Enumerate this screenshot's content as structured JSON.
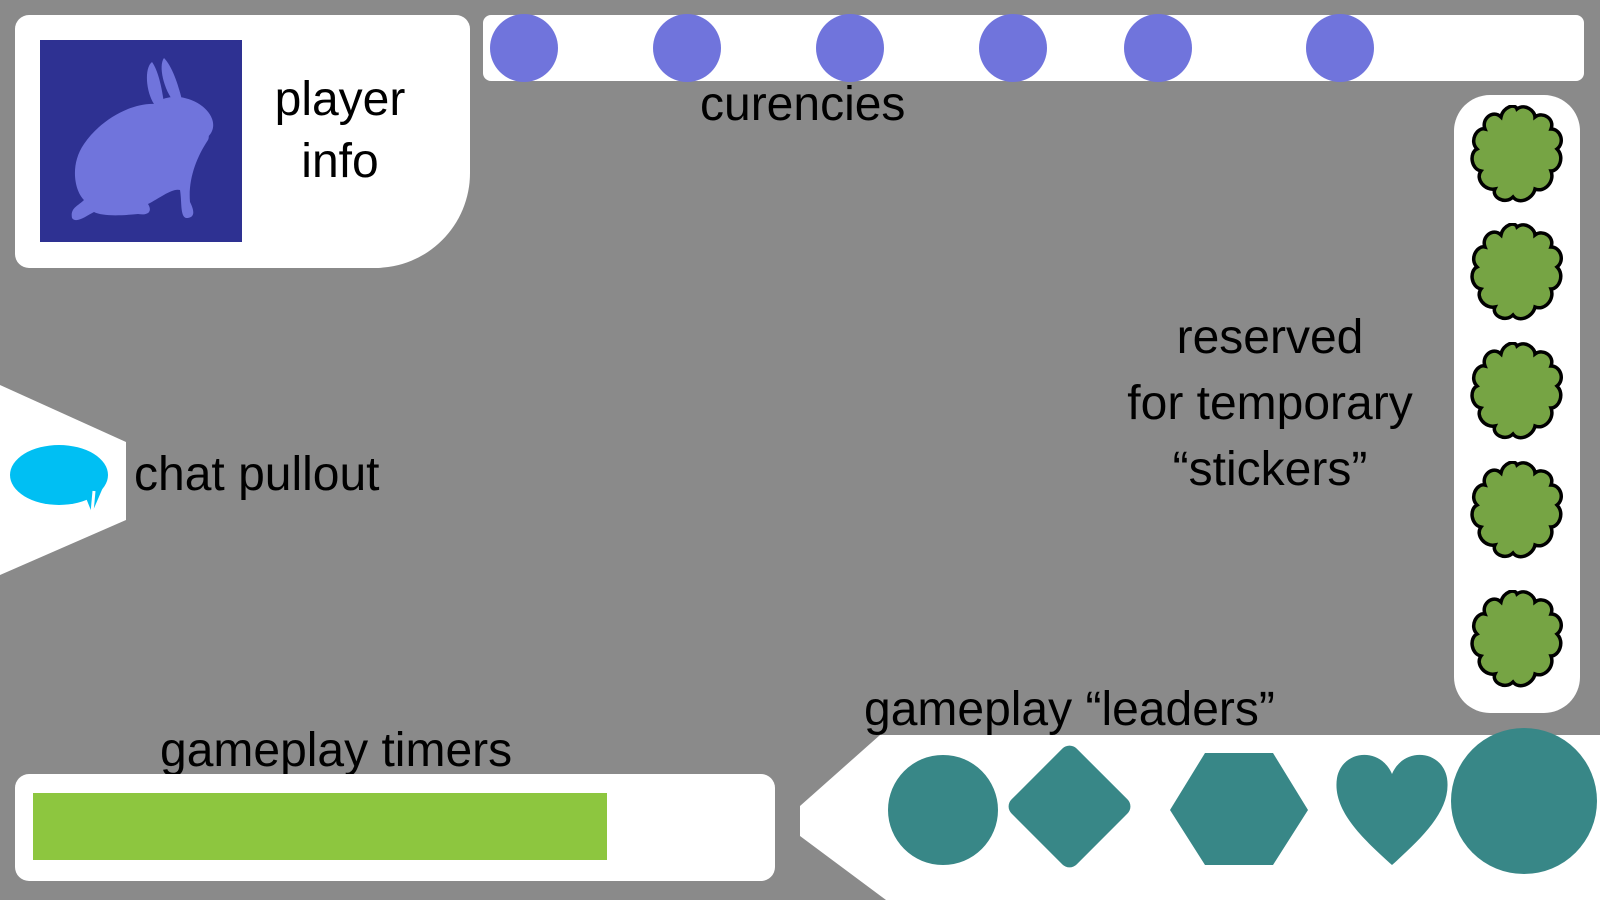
{
  "colors": {
    "background": "#8a8a8a",
    "panel": "#ffffff",
    "avatar_bg": "#2e3192",
    "avatar_fg": "#7074dc",
    "currency": "#7074dc",
    "sticker_fill": "#76a444",
    "sticker_stroke": "#000000",
    "chat_bubble": "#00bff3",
    "timer_bar": "#8dc63f",
    "leader": "#388787"
  },
  "player_info": {
    "avatar_icon": "rabbit-silhouette-icon",
    "label_line1": "player",
    "label_line2": "info"
  },
  "currencies": {
    "label": "curencies",
    "count": 6,
    "icon": "circle-currency-icon"
  },
  "stickers": {
    "label_line1": "reserved",
    "label_line2": "for temporary",
    "label_line3": "“stickers”",
    "count": 5,
    "icon": "scalloped-badge-icon"
  },
  "chat": {
    "label": "chat pullout",
    "icon": "speech-bubble-icon"
  },
  "timers": {
    "label": "gameplay timers",
    "progress": 0.78
  },
  "leaders": {
    "label": "gameplay “leaders”",
    "items": [
      {
        "shape": "circle",
        "icon": "circle-leader-icon"
      },
      {
        "shape": "diamond",
        "icon": "diamond-leader-icon"
      },
      {
        "shape": "hexagon",
        "icon": "hexagon-leader-icon"
      },
      {
        "shape": "heart",
        "icon": "heart-leader-icon"
      },
      {
        "shape": "large-circle",
        "icon": "large-circle-leader-icon"
      }
    ]
  }
}
